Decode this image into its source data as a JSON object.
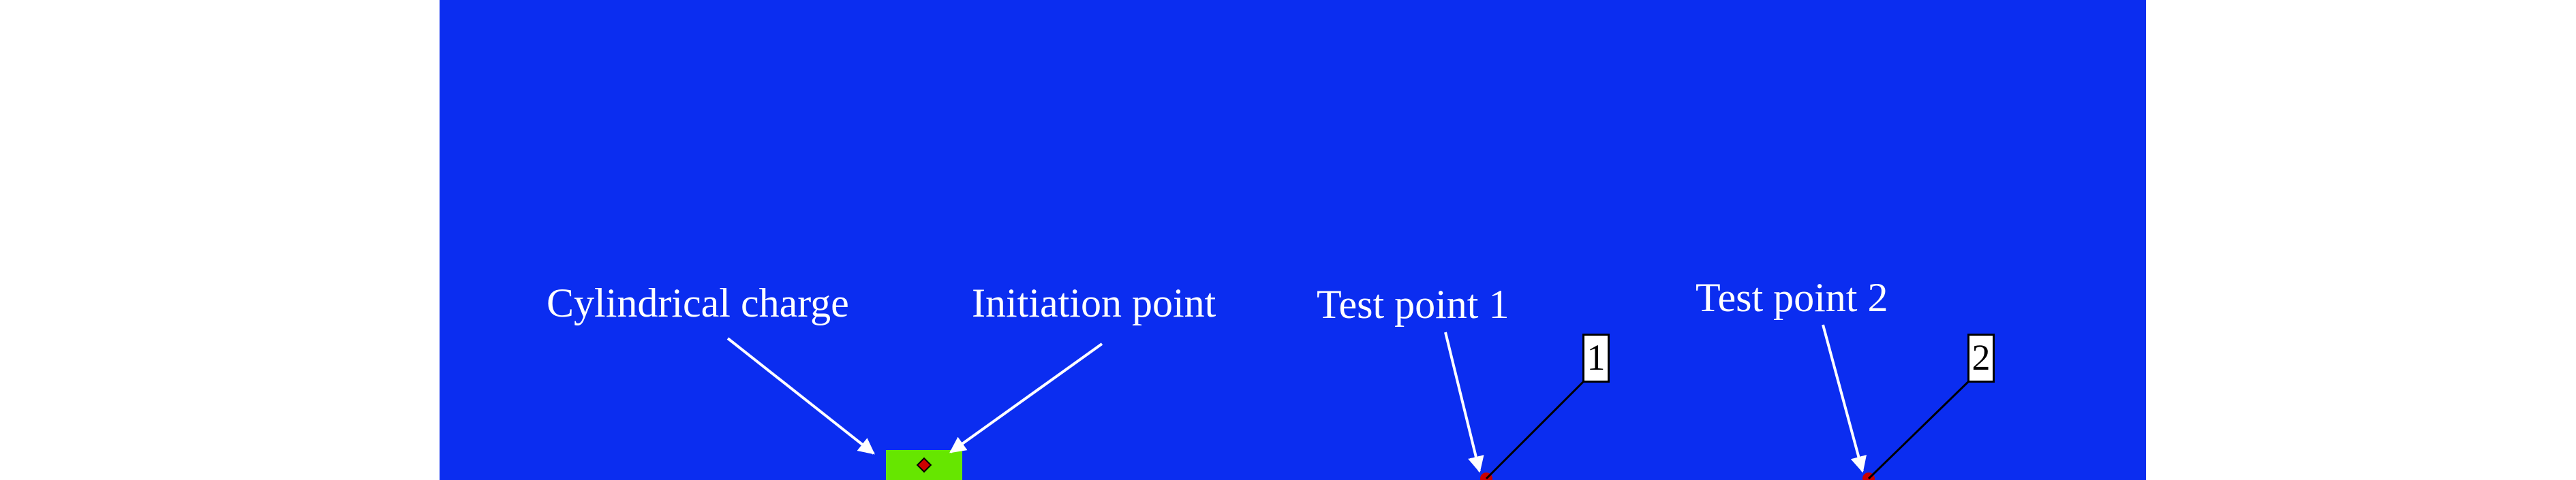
{
  "annotations": {
    "charge_label": "Cylindrical charge",
    "initiation_label": "Initiation point",
    "test_point_1_label": "Test point 1",
    "test_point_2_label": "Test point 2"
  },
  "gauges": {
    "gauge_1_id": "1",
    "gauge_2_id": "2"
  },
  "colors": {
    "domain": "#0b2df0",
    "charge": "#66e600",
    "marker": "#cc0000",
    "text": "#ffffff",
    "leader": "#000000"
  }
}
